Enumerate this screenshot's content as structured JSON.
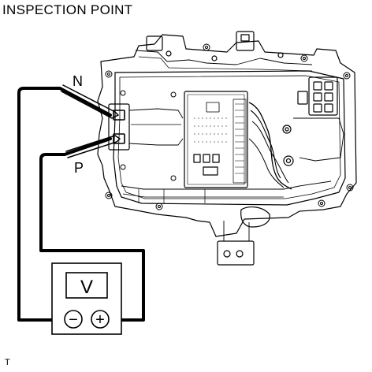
{
  "title": "INSPECTION POINT",
  "labels": {
    "n": "N",
    "p": "P"
  },
  "voltmeter": {
    "display": "V",
    "negative_symbol": "−",
    "positive_symbol": "+"
  },
  "footer": "T"
}
